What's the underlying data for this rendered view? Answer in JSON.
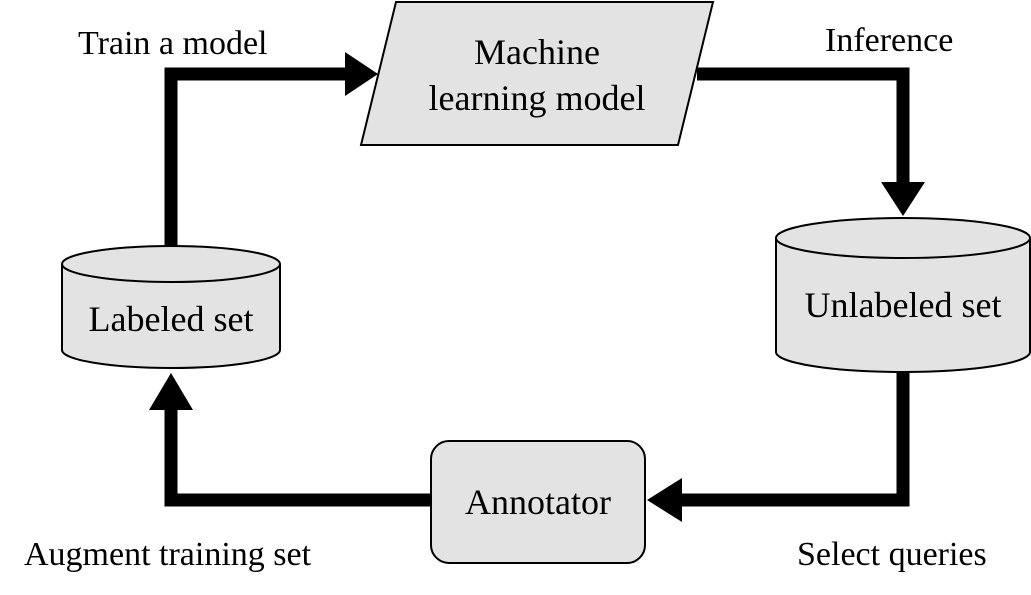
{
  "diagram": {
    "nodes": {
      "model": {
        "line1": "Machine",
        "line2": "learning model",
        "shape": "parallelogram"
      },
      "unlabeled": {
        "label": "Unlabeled set",
        "shape": "cylinder"
      },
      "annotator": {
        "label": "Annotator",
        "shape": "rounded-rectangle"
      },
      "labeled": {
        "label": "Labeled set",
        "shape": "cylinder"
      }
    },
    "edges": {
      "train": {
        "label": "Train a model",
        "from": "labeled",
        "to": "model"
      },
      "inference": {
        "label": "Inference",
        "from": "model",
        "to": "unlabeled"
      },
      "select": {
        "label": "Select queries",
        "from": "unlabeled",
        "to": "annotator"
      },
      "augment": {
        "label": "Augment training set",
        "from": "annotator",
        "to": "labeled"
      }
    },
    "colors": {
      "node_fill": "#e3e3e3",
      "stroke": "#000000",
      "background": "#ffffff"
    }
  }
}
